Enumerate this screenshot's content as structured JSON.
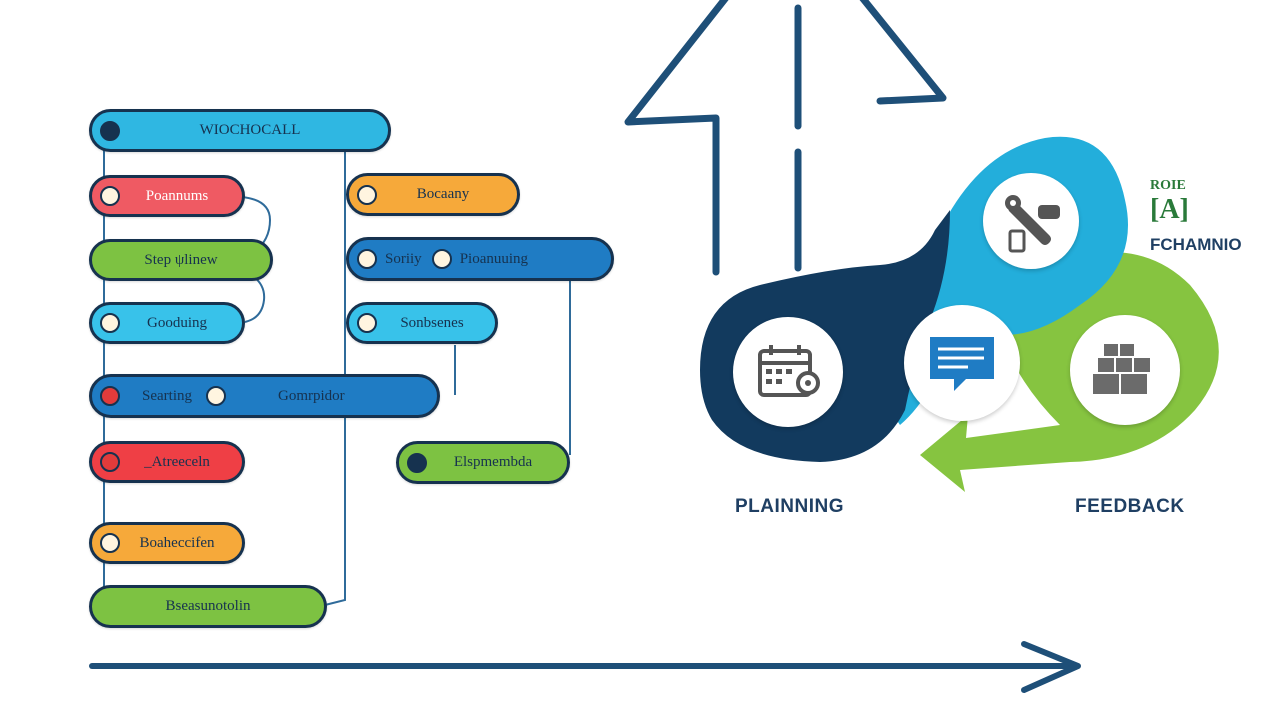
{
  "pills": [
    {
      "id": "pill-wiochnocall",
      "label": "WIOCHOCALL",
      "dot_color": "#16324f",
      "fill": "#2fb7e2",
      "text_color": "#16324f"
    },
    {
      "id": "pill-poannums",
      "label": "Poannums",
      "dot_color": "#fff5e0",
      "fill": "#ef5a63",
      "text_color": "#ffffff"
    },
    {
      "id": "pill-step",
      "label": "Step ψlinew",
      "dot_color": null,
      "fill": "#7dc242",
      "text_color": "#16324f"
    },
    {
      "id": "pill-gooduing",
      "label": "Gooduing",
      "dot_color": "#fff5e0",
      "fill": "#38c2ea",
      "text_color": "#16324f"
    },
    {
      "id": "pill-searting",
      "label": "Searting",
      "second_label": "Gomrpidor",
      "dot_color": "#e23b3b",
      "fill": "#1f7cc4",
      "text_color": "#16324f"
    },
    {
      "id": "pill-atreeceln",
      "label": "_Atreeceln",
      "dot_color": "#e23b3b",
      "fill": "#ef3f45",
      "text_color": "#16324f"
    },
    {
      "id": "pill-boaheccifen",
      "label": "Boaheccifen",
      "dot_color": "#fff5e0",
      "fill": "#f6a93a",
      "text_color": "#16324f"
    },
    {
      "id": "pill-bseasunotolin",
      "label": "Bseasunotolin",
      "dot_color": null,
      "fill": "#7dc242",
      "text_color": "#16324f"
    },
    {
      "id": "pill-bocaany",
      "label": "Bocaany",
      "dot_color": "#fff5e0",
      "fill": "#f6a93a",
      "text_color": "#16324f"
    },
    {
      "id": "pill-soriiy",
      "label": "Soriiy",
      "second_label": "Pioanuuing",
      "dot_color": "#fff5e0",
      "fill": "#1f7cc4",
      "text_color": "#16324f"
    },
    {
      "id": "pill-sonbsenes",
      "label": "Sonbsenes",
      "dot_color": "#fff5e0",
      "fill": "#38c2ea",
      "text_color": "#16324f"
    },
    {
      "id": "pill-elspmembda",
      "label": "Elspmembda",
      "dot_color": "#16324f",
      "fill": "#7dc242",
      "text_color": "#16324f"
    }
  ],
  "cycle": {
    "labels": {
      "planning": "PLAINNING",
      "feedback": "FEEDBACK"
    },
    "icons": [
      "calendar-gear-icon",
      "wrench-screwdriver-icon",
      "chat-bubble-icon",
      "boxes-icon"
    ],
    "colors": {
      "navy": "#123a5e",
      "sky": "#23aedb",
      "green": "#86c440"
    }
  },
  "side_text": {
    "line1": "ROIE",
    "line2": "[A]",
    "line3": "FCHAMNIO"
  },
  "colors": {
    "line": "#1e4f78",
    "arrow": "#1e4f78"
  }
}
